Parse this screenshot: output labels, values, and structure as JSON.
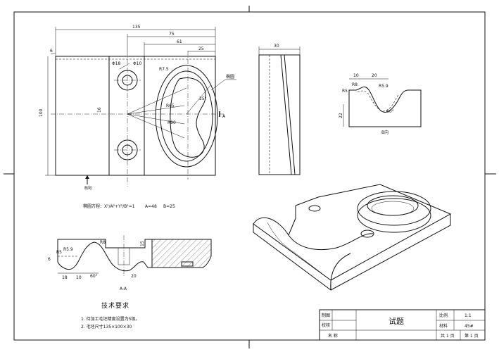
{
  "dimensions": {
    "overall_width": "135",
    "w75": "75",
    "w61": "61",
    "w25": "25",
    "height": "100",
    "h16": "16",
    "small_6": "6",
    "hole_d18": "Φ18",
    "hole_d10": "Φ10",
    "r75": "R7.5",
    "r65": "R65",
    "r90": "R90",
    "ang25": "25°",
    "side_width": "30",
    "b_w10": "10",
    "b_w20": "20",
    "b_r8": "R8",
    "b_r5": "R5",
    "b_r59": "R5.9",
    "b_ang60": "60°",
    "b_h22": "22",
    "s_r59": "R5.9",
    "s_r8": "R8",
    "s_r5": "R5",
    "s_6": "6",
    "s_20": "20",
    "s_60": "60°",
    "s_18": "18",
    "s_10": "10",
    "s_15": "15"
  },
  "labels": {
    "ellipse_leader": "椭圆",
    "section_a": "A",
    "view_b_arrow": "B向",
    "view_b_title": "B向",
    "section_title": "A-A",
    "ellipse_equation": "椭圆方程：X²/A²+Y²/B²=1",
    "ellipse_a": "A=48",
    "ellipse_b": "B=25"
  },
  "notes": {
    "heading": "技术要求",
    "items": [
      "1. 待加工毛坯精度设置为5级。",
      "2. 毛坯尺寸135×100×30"
    ]
  },
  "title_block": {
    "drawn_label": "制图",
    "checked_label": "校核",
    "name_label": "名    称",
    "title": "试题",
    "scale_label": "比例",
    "scale_value": "1:1",
    "material_label": "材料",
    "material_value": "45#",
    "sheets_total": "共 1 页",
    "sheet_number": "第 1 页"
  }
}
